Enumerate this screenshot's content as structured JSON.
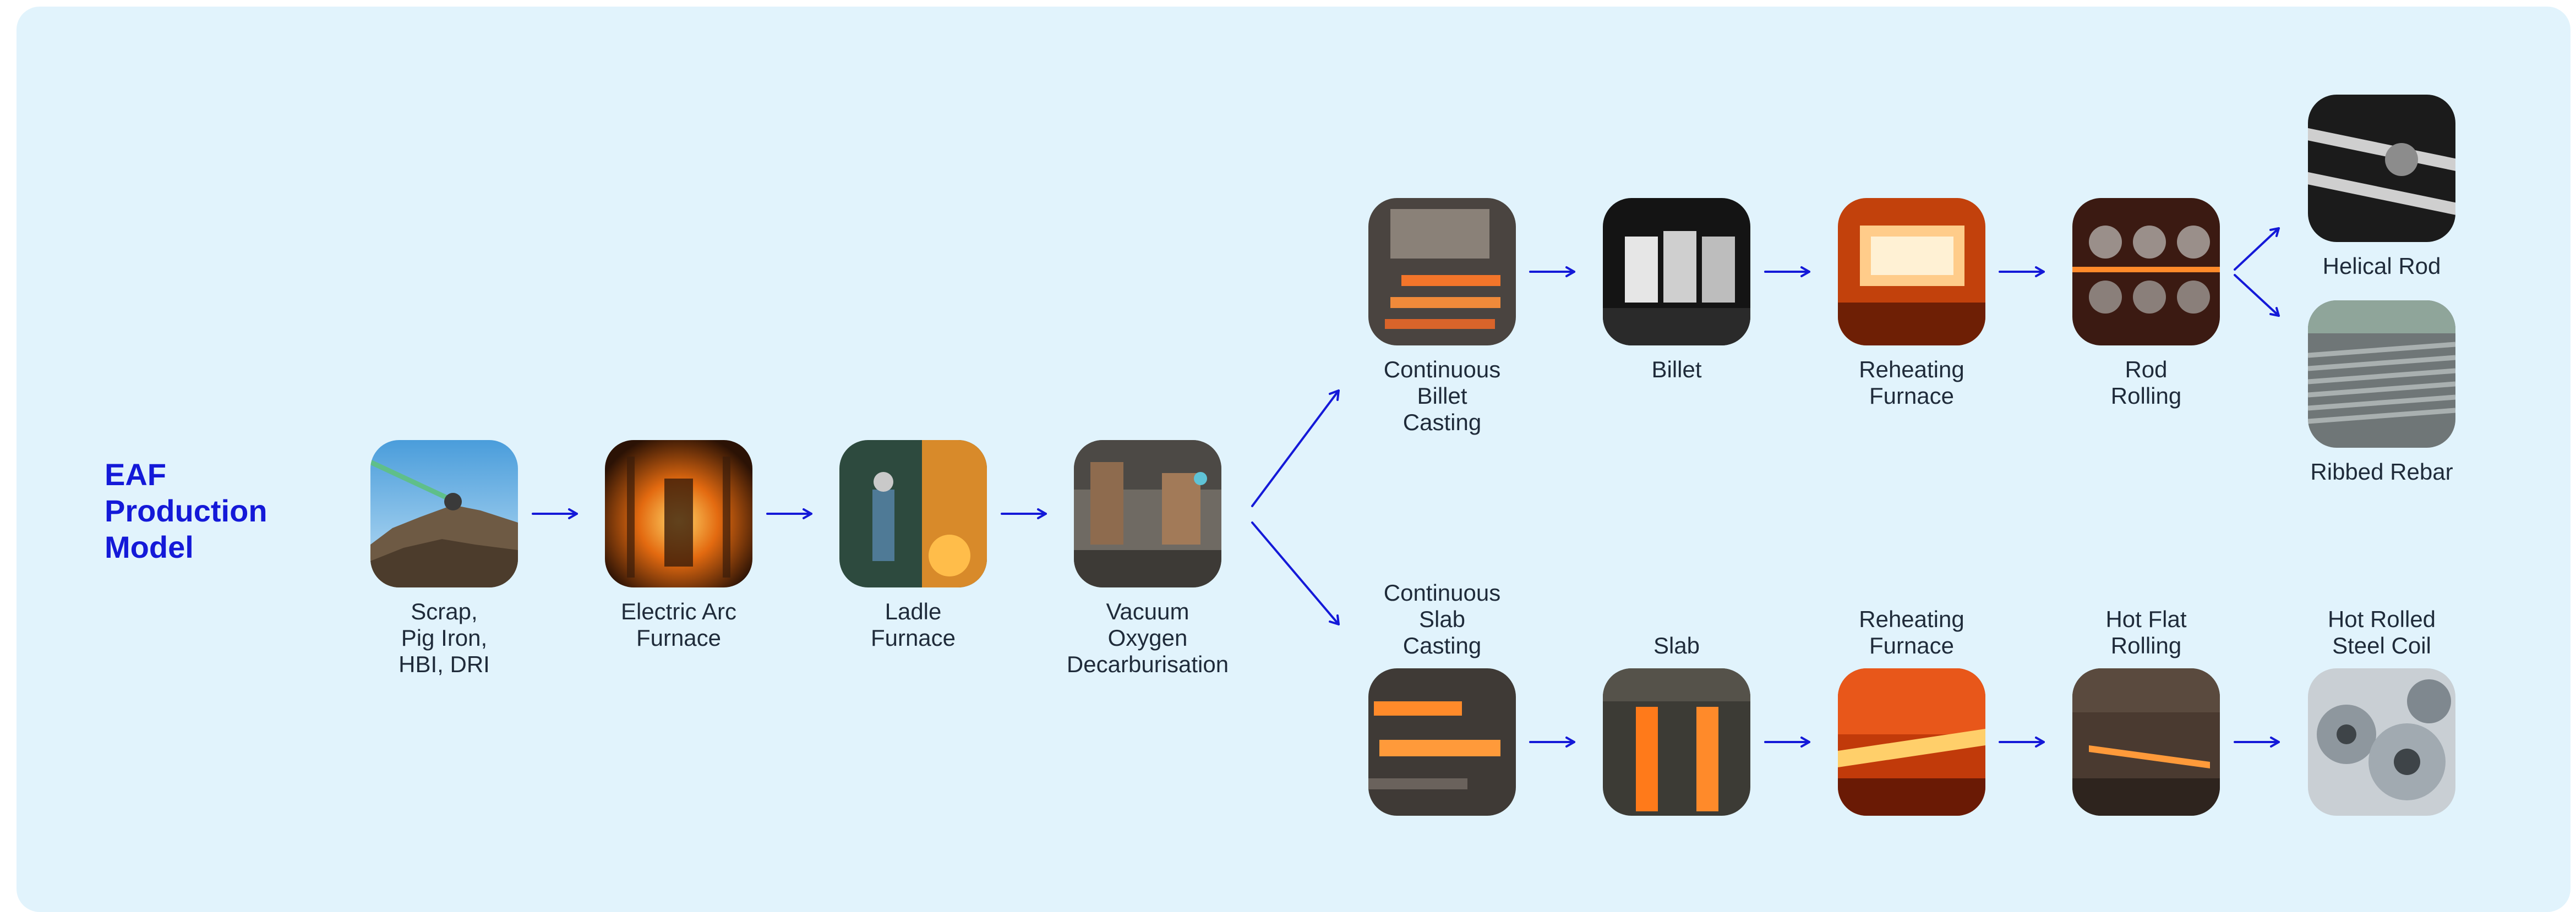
{
  "title_lines": [
    "EAF",
    "Production",
    "Model"
  ],
  "colors": {
    "panel_bg": "#e1f3fc",
    "title": "#1419d8",
    "arrow": "#1419d8",
    "label": "#1f2b3a"
  },
  "steps": {
    "scrap": {
      "lines": [
        "Scrap,",
        "Pig Iron,",
        "HBI, DRI"
      ],
      "image": "scrap-pile-crane-photo"
    },
    "eaf": {
      "lines": [
        "Electric Arc",
        "Furnace"
      ],
      "image": "electric-arc-furnace-photo"
    },
    "ladle": {
      "lines": [
        "Ladle",
        "Furnace"
      ],
      "image": "ladle-furnace-worker-photo"
    },
    "vod": {
      "lines": [
        "Vacuum",
        "Oxygen",
        "Decarburisation"
      ],
      "image": "steel-plant-interior-photo"
    },
    "cbc": {
      "lines": [
        "Continuous",
        "Billet",
        "Casting"
      ],
      "image": "billet-caster-photo"
    },
    "billet": {
      "lines": [
        "Billet"
      ],
      "image": "steel-billets-photo"
    },
    "reheat_top": {
      "lines": [
        "Reheating",
        "Furnace"
      ],
      "image": "reheating-furnace-photo"
    },
    "rod": {
      "lines": [
        "Rod",
        "Rolling"
      ],
      "image": "rod-rolling-mill-photo"
    },
    "helical": {
      "lines": [
        "Helical Rod"
      ],
      "image": "helical-rod-photo"
    },
    "rebar": {
      "lines": [
        "Ribbed Rebar"
      ],
      "image": "ribbed-rebar-photo"
    },
    "csc": {
      "lines": [
        "Continuous",
        "Slab",
        "Casting"
      ],
      "image": "slab-caster-photo"
    },
    "slab": {
      "lines": [
        "Slab"
      ],
      "image": "hot-slab-photo"
    },
    "reheat_bottom": {
      "lines": [
        "Reheating",
        "Furnace"
      ],
      "image": "hot-slab-furnace-photo"
    },
    "hfr": {
      "lines": [
        "Hot Flat",
        "Rolling"
      ],
      "image": "hot-strip-mill-photo"
    },
    "coil": {
      "lines": [
        "Hot Rolled",
        "Steel Coil"
      ],
      "image": "steel-coils-photo"
    }
  }
}
